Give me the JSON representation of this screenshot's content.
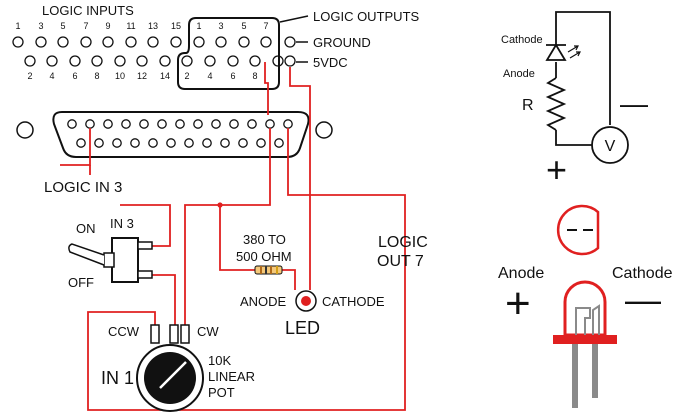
{
  "connector": {
    "logic_inputs_title": "LOGIC INPUTS",
    "logic_outputs_label": "LOGIC OUTPUTS",
    "ground_label": "GROUND",
    "vdc_label": "5VDC",
    "input_top_pins": [
      "1",
      "3",
      "5",
      "7",
      "9",
      "11",
      "13",
      "15"
    ],
    "input_bottom_pins": [
      "2",
      "4",
      "6",
      "8",
      "10",
      "12",
      "14"
    ],
    "output_top_pins": [
      "1",
      "3",
      "5",
      "7"
    ],
    "output_bottom_pins": [
      "2",
      "4",
      "6",
      "8"
    ]
  },
  "circuit": {
    "logic_in_label": "LOGIC IN 3",
    "switch_name": "IN 3",
    "switch_on": "ON",
    "switch_off": "OFF",
    "resistor_line1": "380 TO",
    "resistor_line2": "500 OHM",
    "logic_out_line1": "LOGIC",
    "logic_out_line2": "OUT 7",
    "anode_label": "ANODE",
    "cathode_label": "CATHODE",
    "led_label": "LED",
    "pot_ccw": "CCW",
    "pot_cw": "CW",
    "pot_in_label": "IN 1",
    "pot_line1": "10K",
    "pot_line2": "LINEAR",
    "pot_line3": "POT"
  },
  "schematic": {
    "cathode_label": "Cathode",
    "anode_label": "Anode",
    "resistor_label": "R",
    "meter_label": "V",
    "plus_sign": "+",
    "minus_sign": "—"
  },
  "led_drawing": {
    "anode_label": "Anode",
    "cathode_label": "Cathode",
    "plus_sign": "+",
    "minus_sign": "—"
  },
  "colors": {
    "wire": "#e02020",
    "led_red": "#e02020",
    "lead_gray": "#8a8a8a"
  }
}
